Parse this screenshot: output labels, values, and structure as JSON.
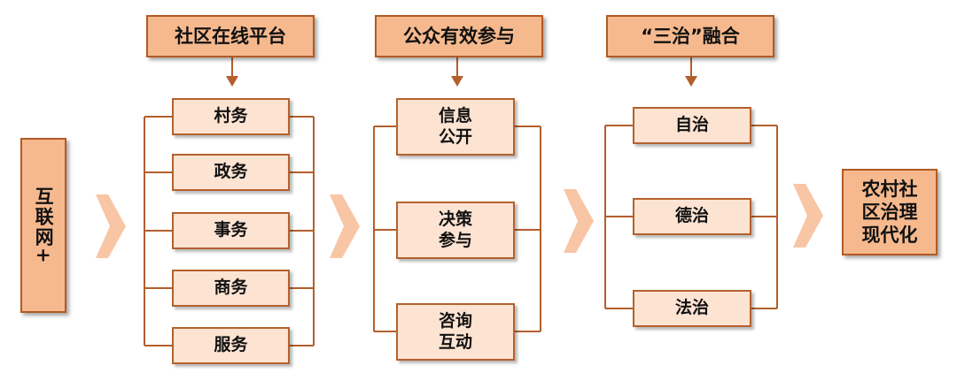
{
  "input": {
    "label": "互联网+"
  },
  "columns": [
    {
      "header": "社区在线平台",
      "items": [
        "村务",
        "政务",
        "事务",
        "商务",
        "服务"
      ]
    },
    {
      "header": "公众有效参与",
      "items": [
        "信息\n公开",
        "决策\n参与",
        "咨询\n互动"
      ]
    },
    {
      "header": "“三治”融合",
      "items": [
        "自治",
        "德治",
        "法治"
      ]
    }
  ],
  "output": {
    "label": "农村社\n区治理\n现代化"
  },
  "colors": {
    "header_fill": "#f6b98e",
    "header_border": "#b25a23",
    "item_fill": "#fde3d2",
    "item_border": "#b4612e",
    "connector": "#b35f2c",
    "arrow_fill": "#f8c2a0"
  }
}
